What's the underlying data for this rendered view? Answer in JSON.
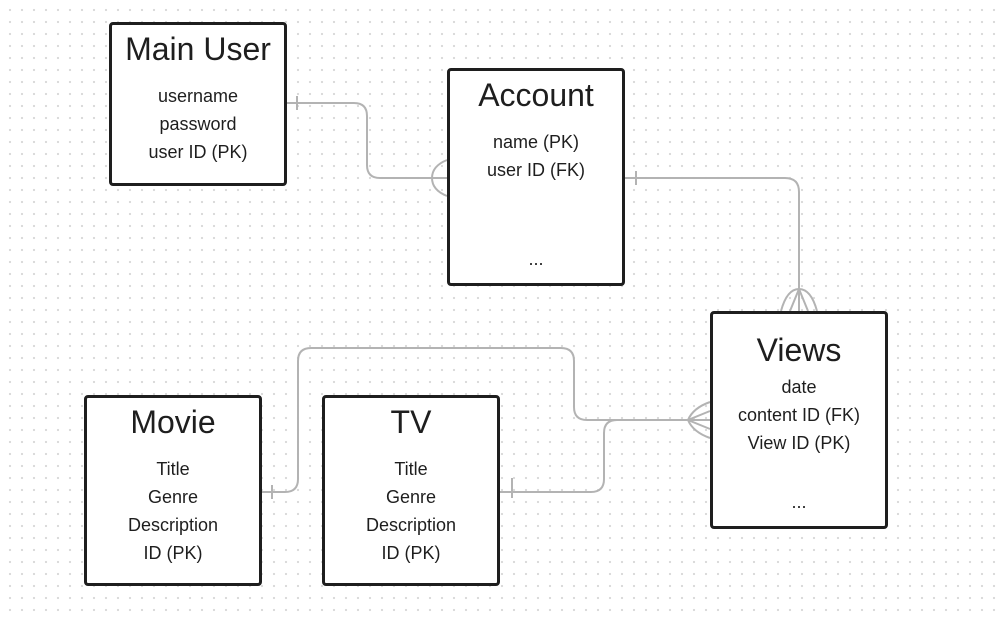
{
  "entities": {
    "main_user": {
      "title": "Main User",
      "fields": [
        "username",
        "password",
        "user ID (PK)"
      ]
    },
    "account": {
      "title": "Account",
      "fields": [
        "name (PK)",
        "user ID (FK)"
      ],
      "ellipsis": "..."
    },
    "views": {
      "title": "Views",
      "fields": [
        "date",
        "content ID (FK)",
        "View ID (PK)"
      ],
      "ellipsis": "..."
    },
    "movie": {
      "title": "Movie",
      "fields": [
        "Title",
        "Genre",
        "Description",
        "ID (PK)"
      ]
    },
    "tv": {
      "title": "TV",
      "fields": [
        "Title",
        "Genre",
        "Description",
        "ID (PK)"
      ]
    }
  },
  "relationships": [
    {
      "from": "Main User",
      "to": "Account",
      "from_end": "one",
      "to_end": "many"
    },
    {
      "from": "Account",
      "to": "Views",
      "from_end": "one",
      "to_end": "many"
    },
    {
      "from": "Movie",
      "to": "Views",
      "from_end": "one",
      "to_end": "many"
    },
    {
      "from": "TV",
      "to": "Views",
      "from_end": "one",
      "to_end": "many"
    }
  ],
  "colors": {
    "box_border": "#1e1e1e",
    "connector": "#b3b3b3",
    "background_dots": "#d9d9d9"
  }
}
